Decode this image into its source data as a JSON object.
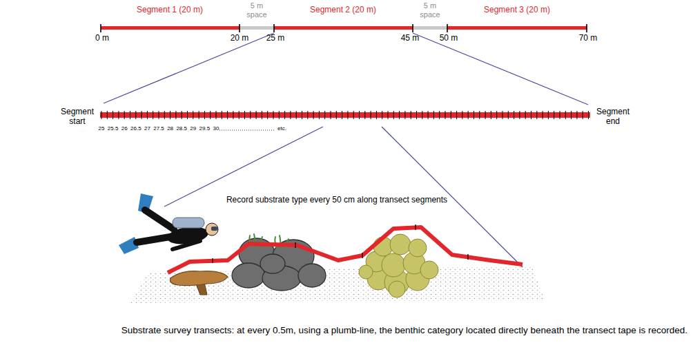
{
  "diagram": {
    "caption": "Substrate survey transects: at every 0.5m, using a plumb-line, the benthic category located directly beneath the transect tape is recorded.",
    "labels": [
      "Segment 1 (20 m)",
      "5 m space",
      "Segment 2 (20 m)",
      "5 m space",
      "Segment 3 (20 m)",
      "0 m",
      "20 m",
      "25 m",
      "45 m",
      "50 m",
      "70 m",
      "Segment start",
      "Segment end",
      "25",
      "25.5",
      "26",
      "26.5",
      "27",
      "27.5",
      "28",
      "28.5",
      "29",
      "29.5",
      "30",
      "etc.",
      "Record substrate type every 50 cm along transect segments"
    ]
  }
}
